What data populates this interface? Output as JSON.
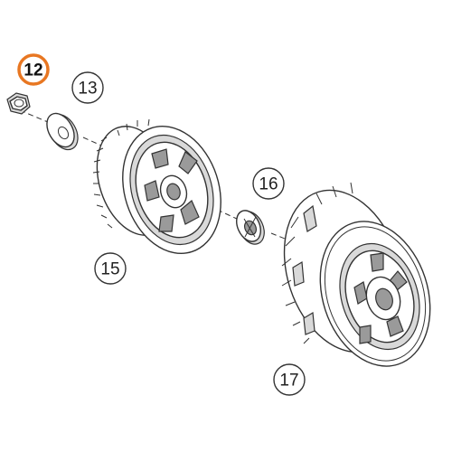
{
  "diagram": {
    "callouts": [
      {
        "id": "12",
        "text": "12",
        "highlighted": true
      },
      {
        "id": "13",
        "text": "13",
        "highlighted": false
      },
      {
        "id": "15",
        "text": "15",
        "highlighted": false
      },
      {
        "id": "16",
        "text": "16",
        "highlighted": false
      },
      {
        "id": "17",
        "text": "17",
        "highlighted": false
      }
    ],
    "colors": {
      "highlight_ring": "#e87722",
      "line": "#333333",
      "shading": "#d9d9d9"
    }
  }
}
